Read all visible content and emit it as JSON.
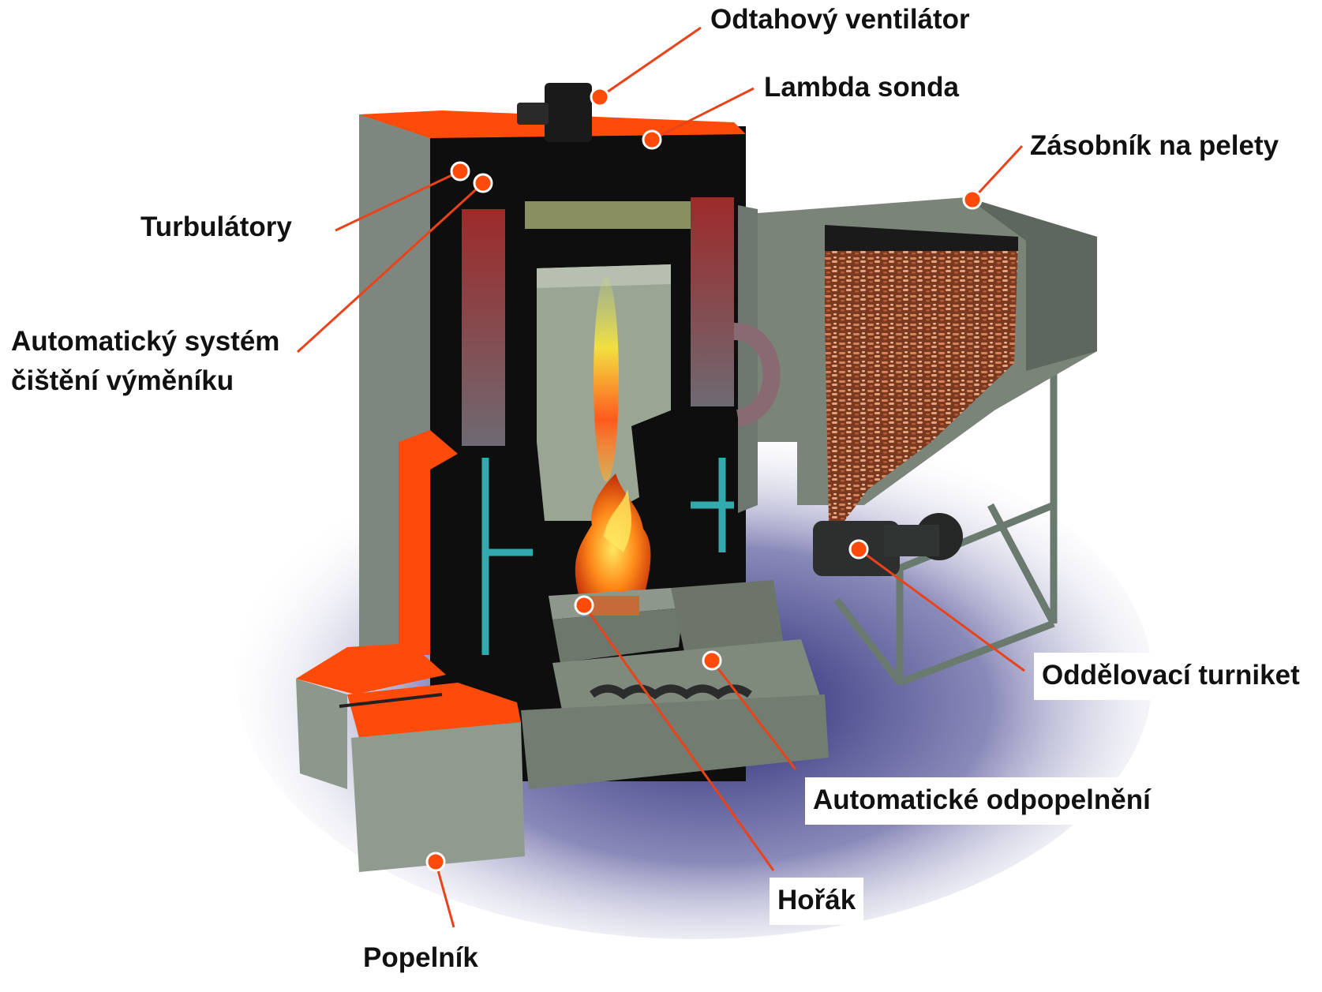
{
  "colors": {
    "callout": "#e8431a",
    "accent_orange": "#ff4b0a",
    "steel": "#6e7a70",
    "water_jacket": "#32a9ad",
    "floor_shadow": "#2a2a74"
  },
  "labels": {
    "fan": "Odtahový ventilátor",
    "lambda": "Lambda sonda",
    "hopper": "Zásobník na pelety",
    "turbulators": "Turbulátory",
    "cleaning_line1": "Automatický systém",
    "cleaning_line2": "čištění výměníku",
    "turnstile": "Oddělovací turniket",
    "ash_removal": "Automatické odpopelnění",
    "burner": "Hořák",
    "ash_pan": "Popelník"
  }
}
